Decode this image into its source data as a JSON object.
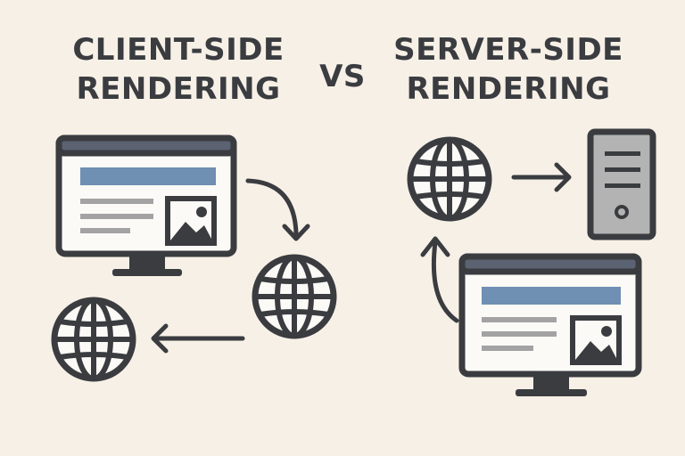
{
  "titles": {
    "left_line1": "CLIENT-SIDE",
    "left_line2": "RENDERING",
    "vs": "VS",
    "right_line1": "SERVER-SIDE",
    "right_line2": "RENDERING"
  },
  "icons": {
    "monitor": "monitor-icon",
    "globe": "globe-icon",
    "server": "server-icon",
    "image": "image-icon",
    "arrow": "arrow-icon"
  },
  "colors": {
    "background": "#f7f0e6",
    "stroke": "#3a3c40",
    "screen_fill": "#fcfaf6",
    "bar_blue": "#6f8fb3",
    "text_lines": "#a3a3a3",
    "server_fill": "#b3b3b3"
  }
}
